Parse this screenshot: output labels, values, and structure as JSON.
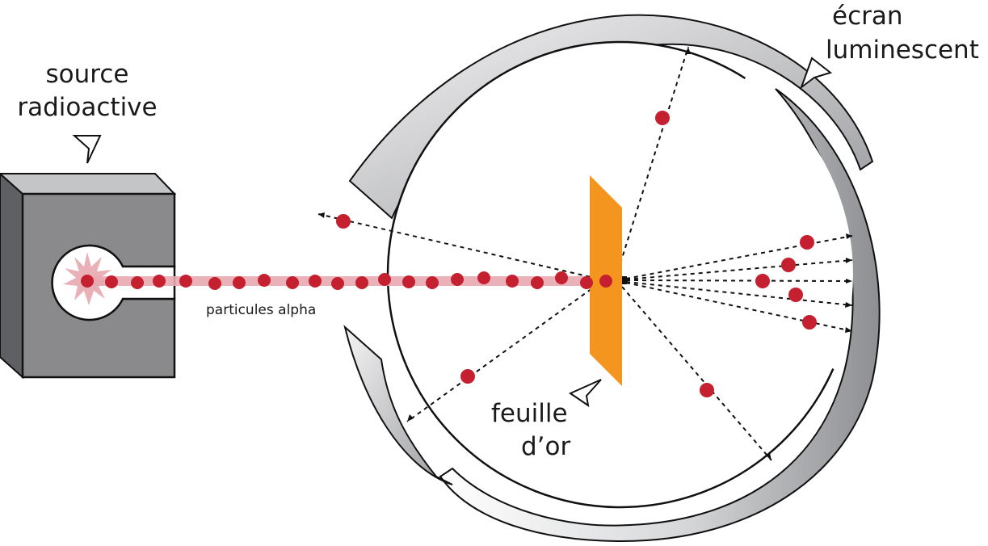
{
  "labels": {
    "source_line1": "source",
    "source_line2": "radioactive",
    "particles": "particules alpha",
    "screen_line1": "écran",
    "screen_line2": "luminescent",
    "foil_line1": "feuille",
    "foil_line2": "d’or"
  },
  "colors": {
    "particle": "#c5202f",
    "beam": "#e8a9b1",
    "foil": "#f4951f",
    "source_box": "#8a8a8c",
    "screen": "#a6a7aa"
  }
}
